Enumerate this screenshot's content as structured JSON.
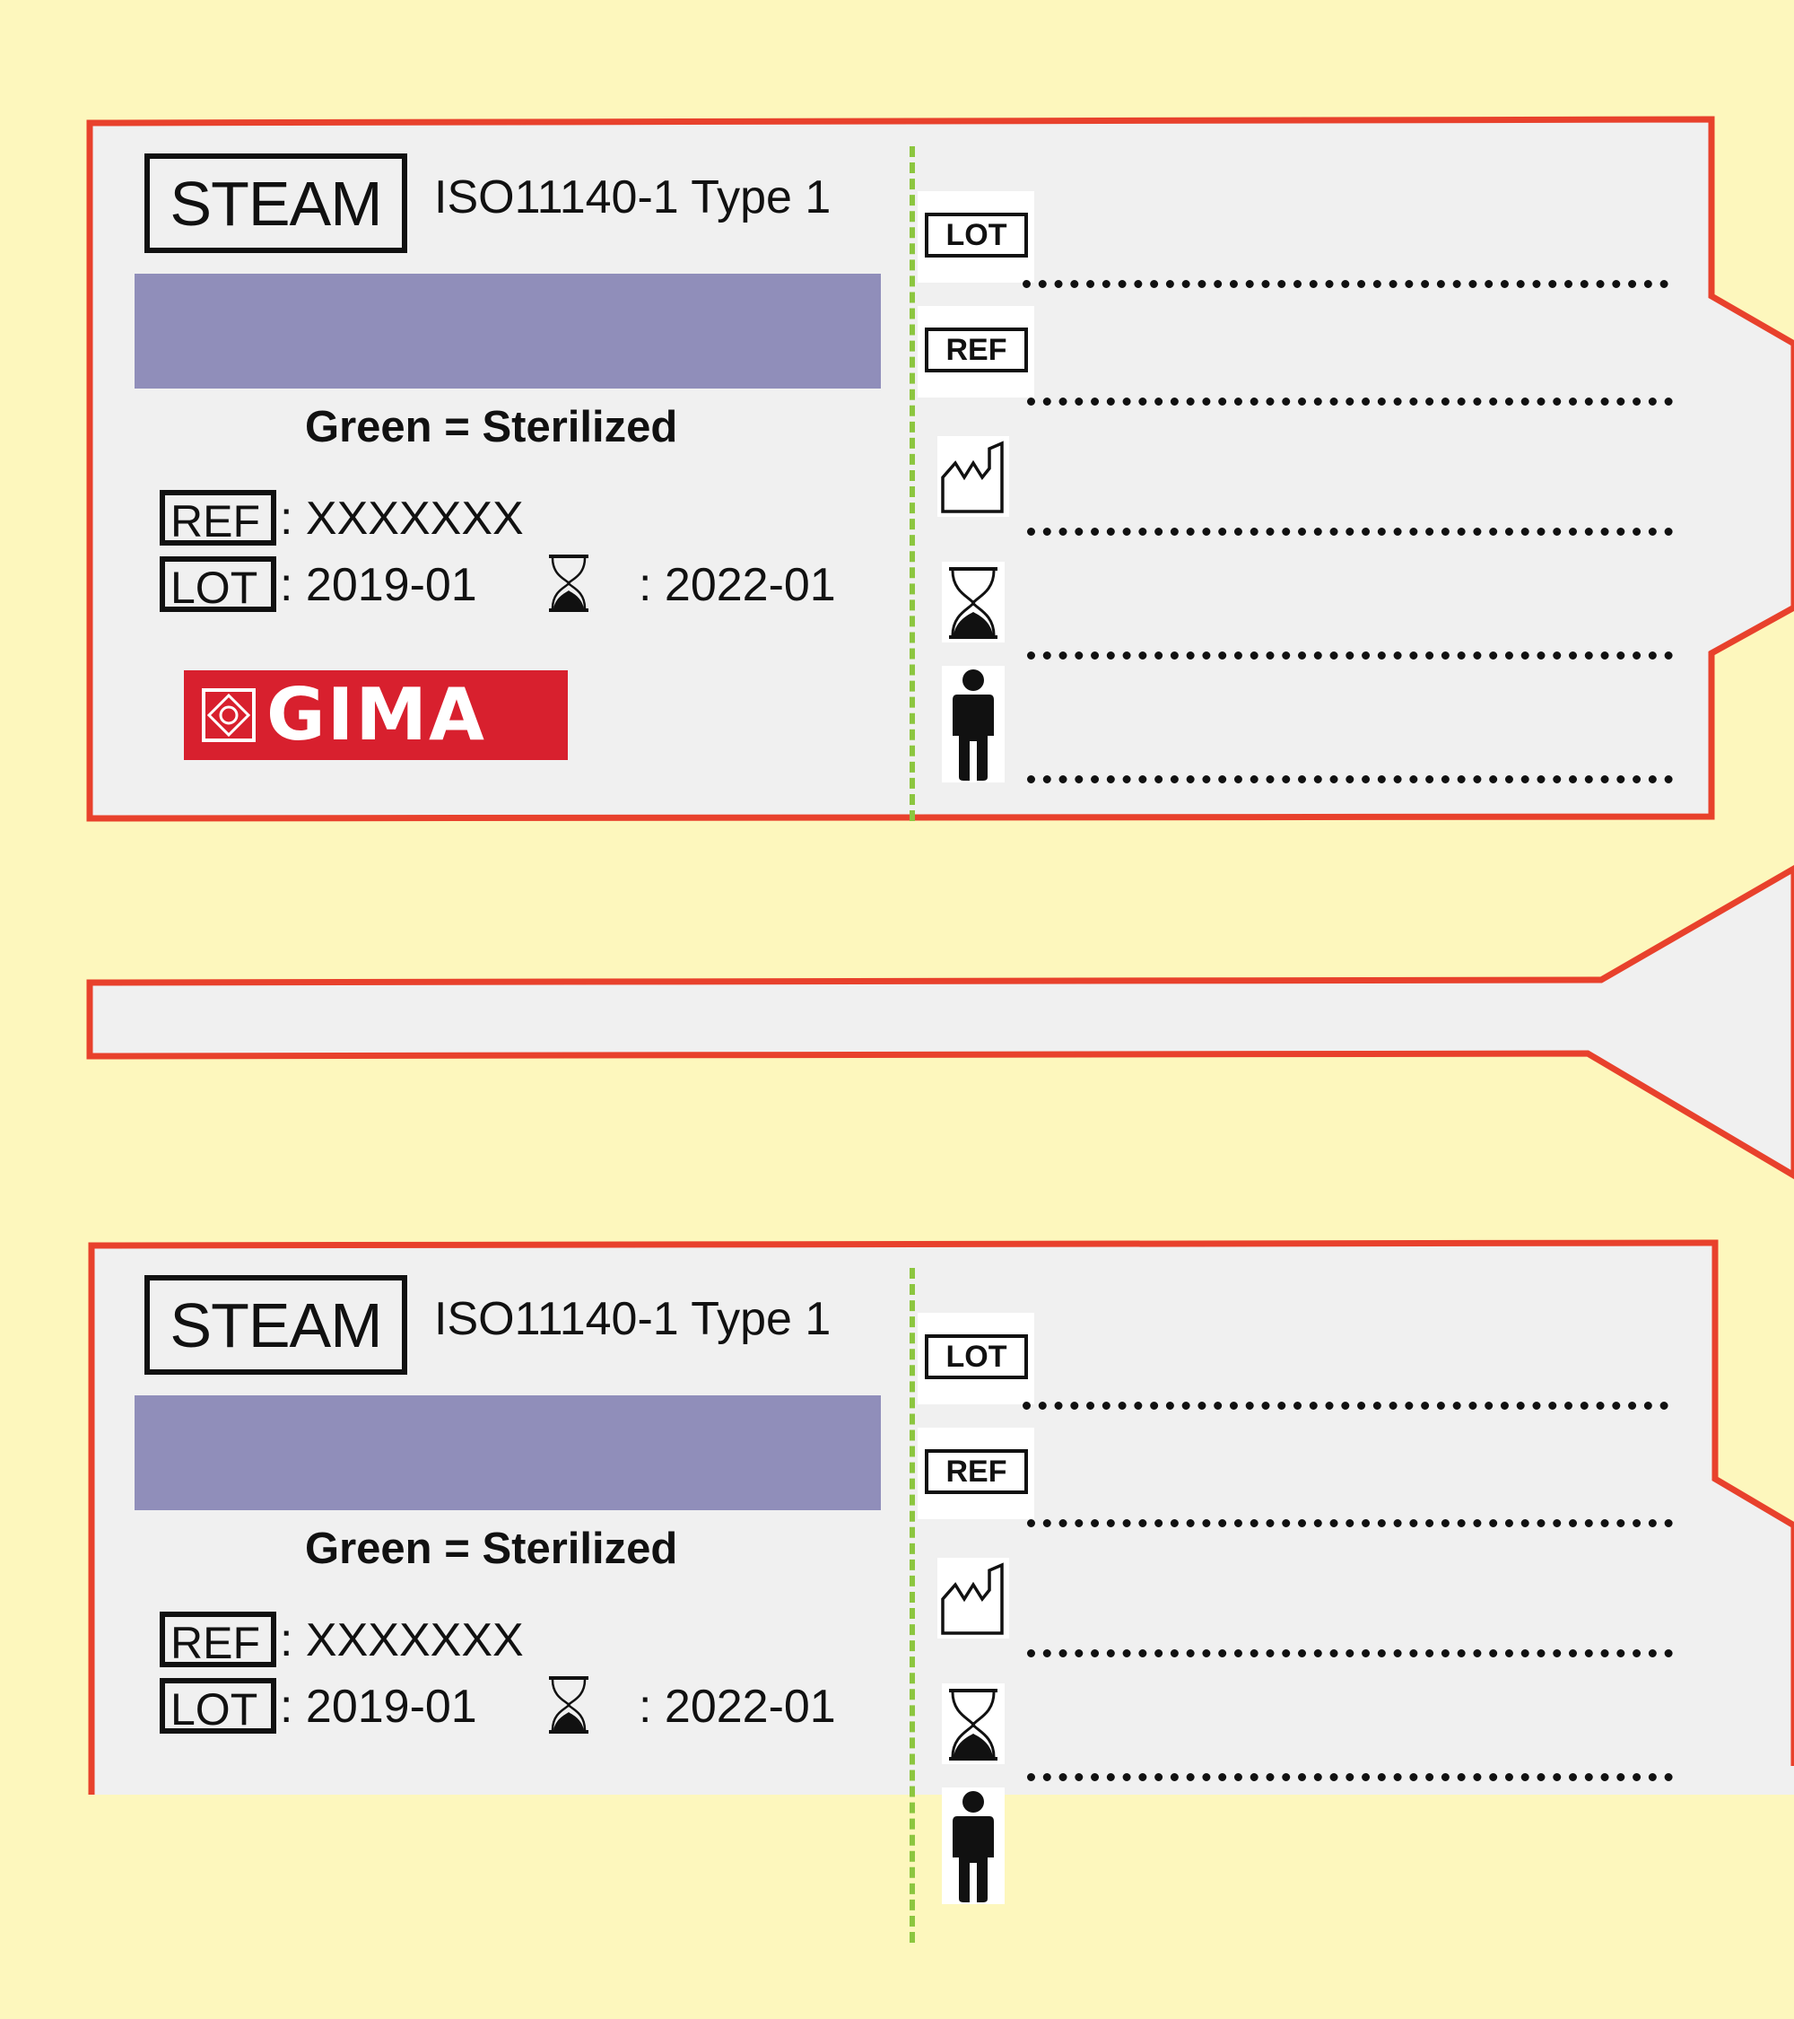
{
  "labels": [
    {
      "indicator": {
        "process": "STEAM",
        "standard": "ISO11140-1 Type 1",
        "legend": "Green = Sterilized",
        "indicator_color": "#908eba"
      },
      "product": {
        "ref_symbol": "REF",
        "ref_value": ": XXXXXXX",
        "lot_symbol": "LOT",
        "lot_value": ": 2019-01",
        "expiry_icon": "hourglass-icon",
        "expiry_value": ": 2022-01"
      },
      "brand": {
        "name": "GIMA",
        "color": "#d8202e"
      },
      "tag_fields": {
        "lot_label": "LOT",
        "ref_label": "REF",
        "manufacturer_icon": "factory-icon",
        "expiry_icon": "hourglass-icon",
        "patient_icon": "person-icon"
      }
    },
    {
      "indicator": {
        "process": "STEAM",
        "standard": "ISO11140-1 Type 1",
        "legend": "Green = Sterilized",
        "indicator_color": "#908eba"
      },
      "product": {
        "ref_symbol": "REF",
        "ref_value": ": XXXXXXX",
        "lot_symbol": "LOT",
        "lot_value": ": 2019-01",
        "expiry_icon": "hourglass-icon",
        "expiry_value": ": 2022-01"
      },
      "tag_fields": {
        "lot_label": "LOT",
        "ref_label": "REF",
        "manufacturer_icon": "factory-icon",
        "expiry_icon": "hourglass-icon",
        "patient_icon": "person-icon"
      }
    }
  ],
  "colors": {
    "background": "#fdf7bd",
    "outline": "#e8412c",
    "card": "#f0f0f0",
    "perforation": "#8cc63f"
  }
}
